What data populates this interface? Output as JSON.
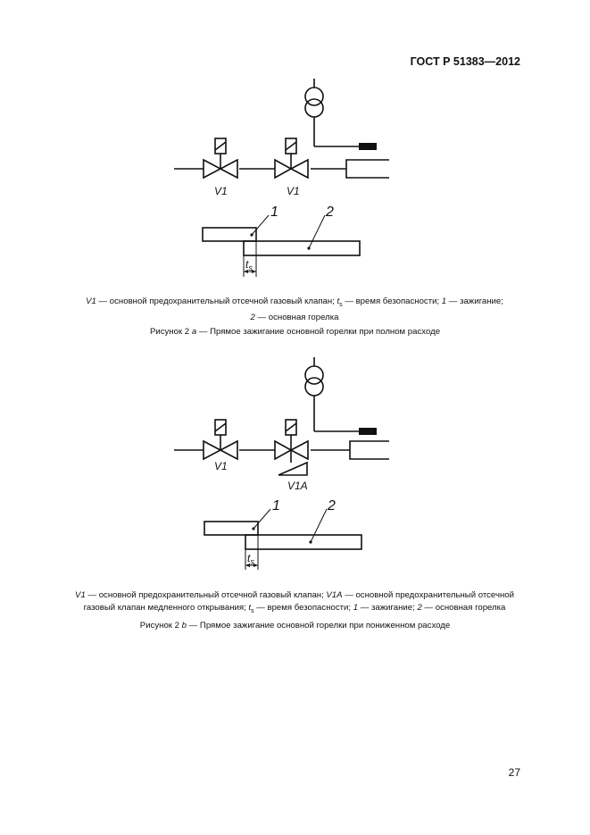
{
  "header": {
    "doc_id": "ГОСТ Р 51383—2012"
  },
  "figure_a": {
    "valve_labels": [
      "V1",
      "V1"
    ],
    "timing_labels": {
      "ignition": "1",
      "burner": "2",
      "t": "t",
      "sub": "s"
    },
    "legend": [
      {
        "v": "V1",
        "t": " — основной предохранительный отсечной газовый клапан; "
      },
      {
        "v": "t",
        "sub": "s",
        "t": " — время безопасности; "
      },
      {
        "v": "1",
        "t": " — зажигание;"
      },
      {
        "br": true
      },
      {
        "v": "2",
        "t": " — основная горелка"
      }
    ],
    "caption_prefix": "Рисунок 2 ",
    "caption_letter": "a",
    "caption_text": " — Прямое зажигание основной горелки при полном расходе"
  },
  "figure_b": {
    "valve_labels": [
      "V1",
      "V1A"
    ],
    "timing_labels": {
      "ignition": "1",
      "burner": "2",
      "t": "t",
      "sub": "s"
    },
    "legend": [
      {
        "v": "V1",
        "t": " — основной предохранительный отсечной газовый клапан; "
      },
      {
        "v": "V1A",
        "t": " — основной предохранительный отсечной"
      },
      {
        "br": true
      },
      {
        "t": "газовый клапан медленного открывания; "
      },
      {
        "v": "t",
        "sub": "s",
        "t": " — время безопасности; "
      },
      {
        "v": "1",
        "t": " — зажигание; "
      },
      {
        "v": "2",
        "t": " — основная горелка"
      }
    ],
    "caption_prefix": "Рисунок 2 ",
    "caption_letter": "b",
    "caption_text": " — Прямое зажигание основной горелки при пониженном расходе"
  },
  "page_number": "27"
}
